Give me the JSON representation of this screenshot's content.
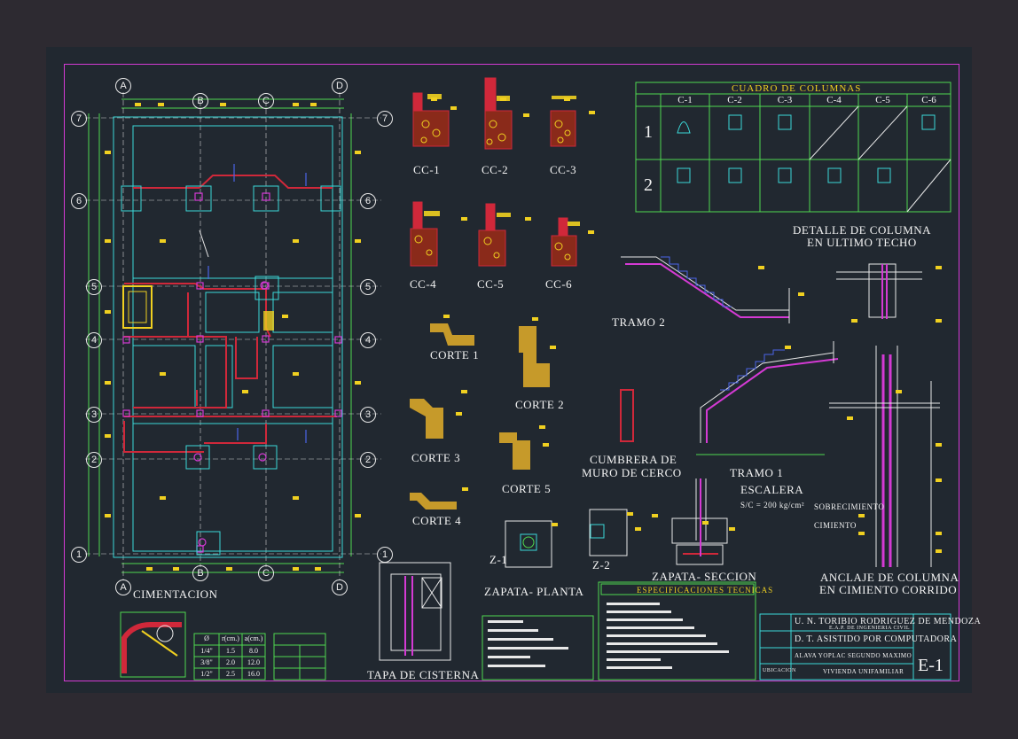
{
  "sections": {
    "cimentacion": "CIMENTACION",
    "tapa_cisterna": "TAPA DE CISTERNA",
    "zapata_planta": "ZAPATA- PLANTA",
    "zapata_seccion": "ZAPATA- SECCION",
    "z1": "Z-1",
    "z2": "Z-2",
    "cumbrera": "CUMBRERA DE",
    "cumbrera2": "MURO DE CERCO",
    "escalera": "ESCALERA",
    "sc": "S/C = 200 kg/cm²",
    "tramo1": "TRAMO 1",
    "tramo2": "TRAMO 2",
    "detalle_col1": "DETALLE DE COLUMNA",
    "detalle_col2": "EN ULTIMO TECHO",
    "anclaje1": "ANCLAJE DE COLUMNA",
    "anclaje2": "EN CIMIENTO CORRIDO",
    "especificaciones": "ESPECIFICACIONES TECNICAS",
    "cuadro_columnas": "CUADRO DE COLUMNAS"
  },
  "cortes": [
    "CORTE 1",
    "CORTE 2",
    "CORTE 3",
    "CORTE 4",
    "CORTE 5"
  ],
  "cc": [
    "CC-1",
    "CC-2",
    "CC-3",
    "CC-4",
    "CC-5",
    "CC-6"
  ],
  "columns_table": {
    "headers": [
      "C-1",
      "C-2",
      "C-3",
      "C-4",
      "C-5",
      "C-6"
    ],
    "rows": [
      "1",
      "2"
    ]
  },
  "axes": {
    "letters_top": [
      "A",
      "B",
      "C",
      "D"
    ],
    "numbers": [
      "7",
      "6",
      "5",
      "4",
      "3",
      "2",
      "1"
    ]
  },
  "rebar_table": {
    "header": [
      "Ø",
      "r(cm.)",
      "a(cm.)"
    ],
    "rows": [
      [
        "1/4\"",
        "1.5",
        "8.0"
      ],
      [
        "3/8\"",
        "2.0",
        "12.0"
      ],
      [
        "1/2\"",
        "2.5",
        "16.0"
      ]
    ]
  },
  "title_block": {
    "university": "U. N. TORIBIO RODRIGUEZ DE MENDOZA",
    "faculty": "E.A.P. DE INGENIERIA CIVIL",
    "course": "D. T. ASISTIDO POR COMPUTADORA",
    "author": "ALAVA YOPLAC SEGUNDO MAXIMO",
    "project": "VIVIENDA UNIFAMILIAR",
    "sheet": "E-1",
    "ubicacion": "UBICACION",
    "anchors": {
      "sobrecimiento": "SOBRECIMIENTO",
      "cimiento": "CIMIENTO"
    }
  },
  "colors": {
    "background": "#212830",
    "frame": "#d43ad4",
    "cyan": "#3ad8d8",
    "red": "#d0283a",
    "yellow": "#f0d020",
    "magenta": "#d43ad4",
    "green": "#4fd84f"
  }
}
